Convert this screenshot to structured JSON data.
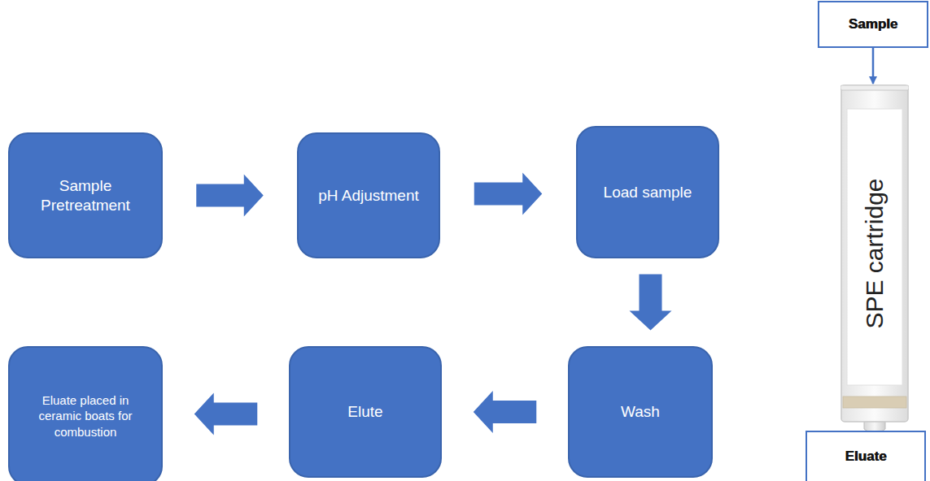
{
  "diagram": {
    "nodes": [
      {
        "text": [
          "Sample Pretreatment"
        ]
      },
      {
        "text": [
          "pH Adjustment"
        ]
      },
      {
        "text": [
          "Load sample"
        ]
      },
      {
        "text": [
          "Wash"
        ]
      },
      {
        "text": [
          "Elute"
        ]
      },
      {
        "text": [
          "Eluate placed in ceramic boats for combustion"
        ]
      },
      {
        "text": [
          "Sample"
        ]
      },
      {
        "text": [
          "SPE cartridge"
        ]
      },
      {
        "text": [
          "Eluate"
        ]
      }
    ],
    "edges": [
      {
        "from": 0,
        "to": 1,
        "arrow": "to"
      },
      {
        "from": 1,
        "to": 2,
        "arrow": "to"
      },
      {
        "from": 2,
        "to": 3,
        "arrow": "to"
      },
      {
        "from": 3,
        "to": 4,
        "arrow": "to"
      },
      {
        "from": 4,
        "to": 5,
        "arrow": "to"
      },
      {
        "from": 6,
        "to": 7,
        "arrow": "to"
      }
    ]
  }
}
